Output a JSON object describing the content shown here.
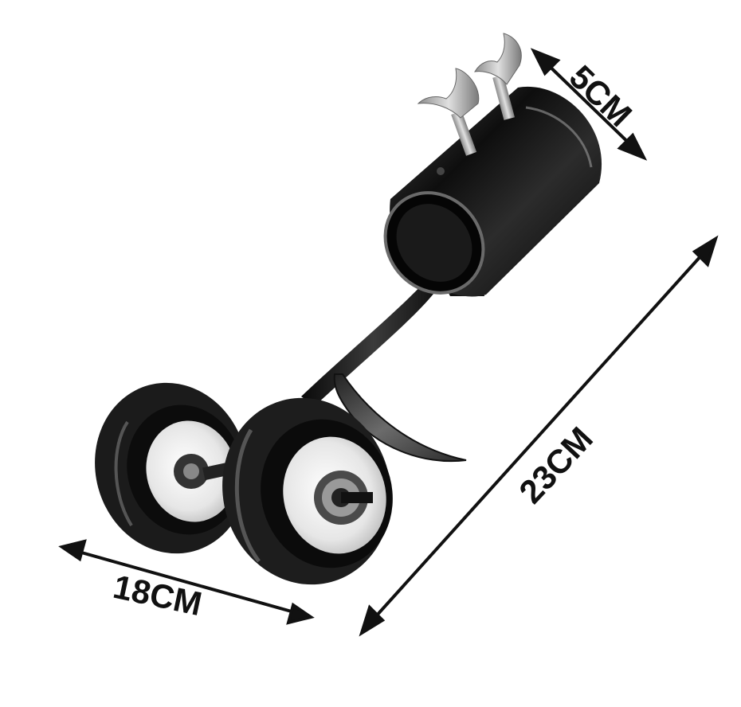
{
  "dimensions": {
    "diameter_label": "5CM",
    "length_label": "23CM",
    "width_label": "18CM"
  },
  "colors": {
    "metal_dark": "#141414",
    "tire": "#1b1b1b",
    "rim": "#e8e8e8",
    "blade": "#3a3a3a",
    "arrow": "#111111"
  }
}
